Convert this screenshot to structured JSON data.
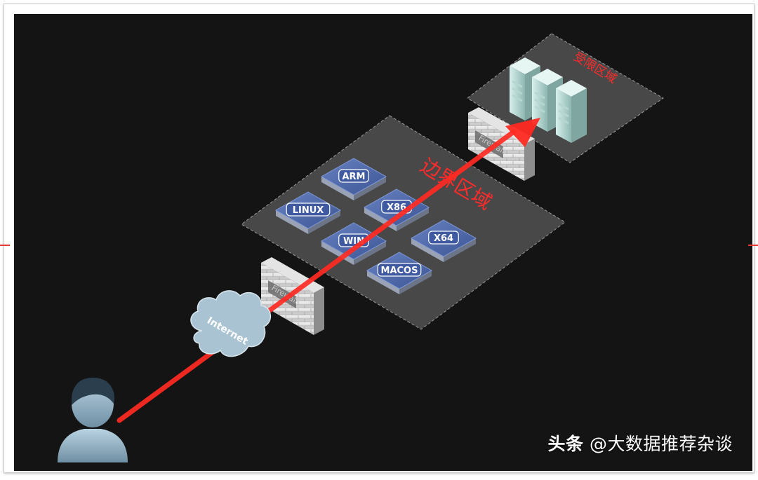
{
  "zones": {
    "dmz_label": "边界区域",
    "restricted_label": "受限区域"
  },
  "cloud_label": "Internet",
  "firewall_label": "Firewall",
  "servers": [
    {
      "id": "arm",
      "label": "ARM"
    },
    {
      "id": "linux",
      "label": "LINUX"
    },
    {
      "id": "x86",
      "label": "X86"
    },
    {
      "id": "win",
      "label": "WIN"
    },
    {
      "id": "x64",
      "label": "X64"
    },
    {
      "id": "macos",
      "label": "MACOS"
    }
  ],
  "watermark": {
    "brand": "头条",
    "handle": "@大数据推荐杂谈"
  },
  "colors": {
    "arrow": "#ff2a22",
    "server_top": "#4a66a8",
    "zone_fill": "#5a5a5a",
    "label_red": "#ff2a2a"
  }
}
